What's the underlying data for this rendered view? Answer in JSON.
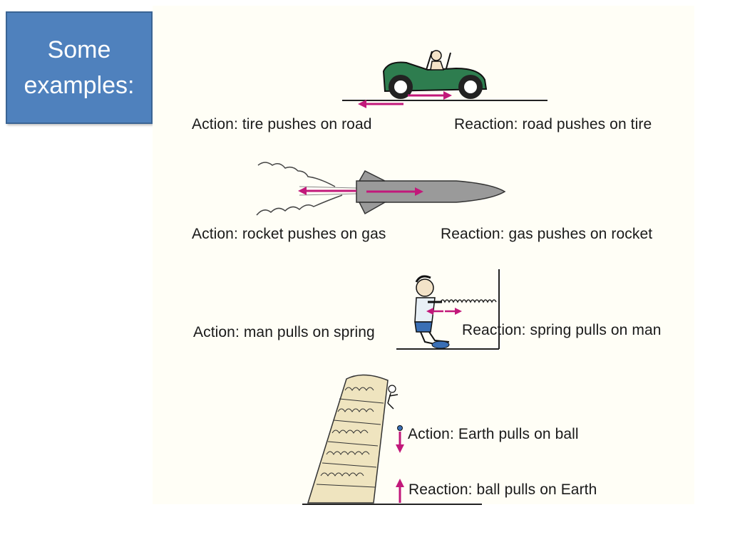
{
  "slide": {
    "title": "Some examples:"
  },
  "examples": [
    {
      "action": "Action:  tire pushes on road",
      "reaction": "Reaction: road pushes on tire"
    },
    {
      "action": "Action:  rocket pushes on gas",
      "reaction": "Reaction: gas pushes on rocket"
    },
    {
      "action": "Action:  man pulls on spring",
      "reaction": "Reaction:  spring pulls on man"
    },
    {
      "action": "Action:  Earth pulls on ball",
      "reaction": "Reaction:  ball pulls on Earth"
    }
  ],
  "colors": {
    "title_box": "#4f81bd",
    "arrow": "#c2187a",
    "car_body": "#2e7d4f",
    "rocket_body": "#9a9a9a"
  }
}
